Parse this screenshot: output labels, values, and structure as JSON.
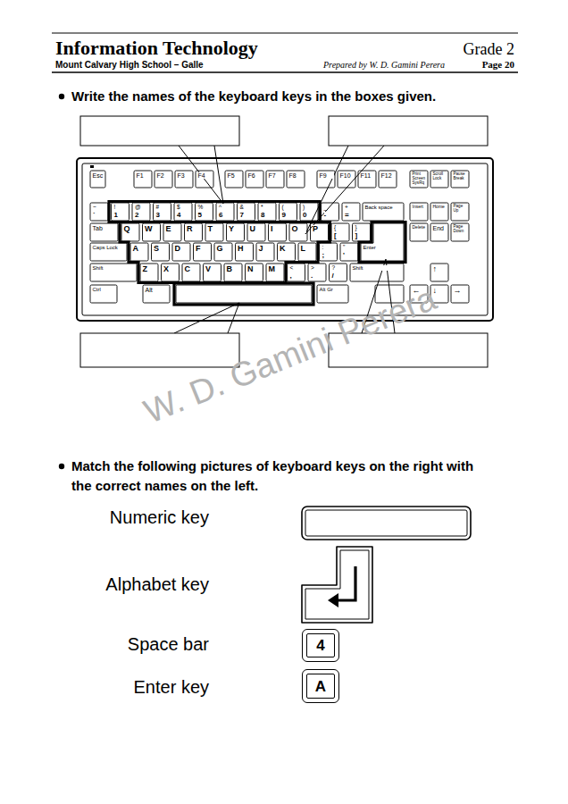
{
  "diagram": {
    "title": "Information Technology",
    "nodes": [
      {
        "text": [
          "4"
        ]
      },
      {
        "text": [
          "A"
        ]
      }
    ],
    "labels": [
      "Grade 2",
      "Mount Calvary High School – Galle",
      "Prepared by W. D. Gamini Perera",
      "Page 20",
      "Write the names of the keyboard keys in the boxes given.",
      "Esc",
      "F1",
      "F2",
      "F3",
      "F4",
      "F5",
      "F6",
      "F7",
      "F8",
      "F9",
      "F10",
      "F11",
      "F12",
      "Print Screen SysRq",
      "Scroll Lock",
      "Pause Break",
      "~",
      "`",
      "!",
      "1",
      "@",
      "2",
      "#",
      "3",
      "$",
      "4",
      "%",
      "5",
      "^",
      "6",
      "&",
      "7",
      "*",
      "8",
      "(",
      "9",
      ")",
      "0",
      "_",
      "-",
      "+",
      "=",
      "Back space",
      "Insert",
      "Home",
      "Page Up",
      "Tab",
      "Q",
      "W",
      "E",
      "R",
      "T",
      "Y",
      "U",
      "I",
      "O",
      "P",
      "{",
      "[",
      "}",
      "]",
      "Delete",
      "End",
      "Page Down",
      "Caps Lock",
      "A",
      "S",
      "D",
      "F",
      "G",
      "H",
      "J",
      "K",
      "L",
      ":",
      ";",
      "\"",
      "'",
      "Enter",
      "Shift",
      "Z",
      "X",
      "C",
      "V",
      "B",
      "N",
      "M",
      "<",
      ",",
      ">",
      ".",
      "?",
      "/",
      "Shift",
      "↑",
      "Ctrl",
      "Alt",
      "Alt Gr",
      "←",
      "↓",
      "→",
      "W. D. Gamini Perera",
      "Match the following pictures of keyboard keys on the right with the correct names on the left.",
      "Numeric key",
      "Alphabet key",
      "Space bar",
      "Enter key"
    ]
  }
}
